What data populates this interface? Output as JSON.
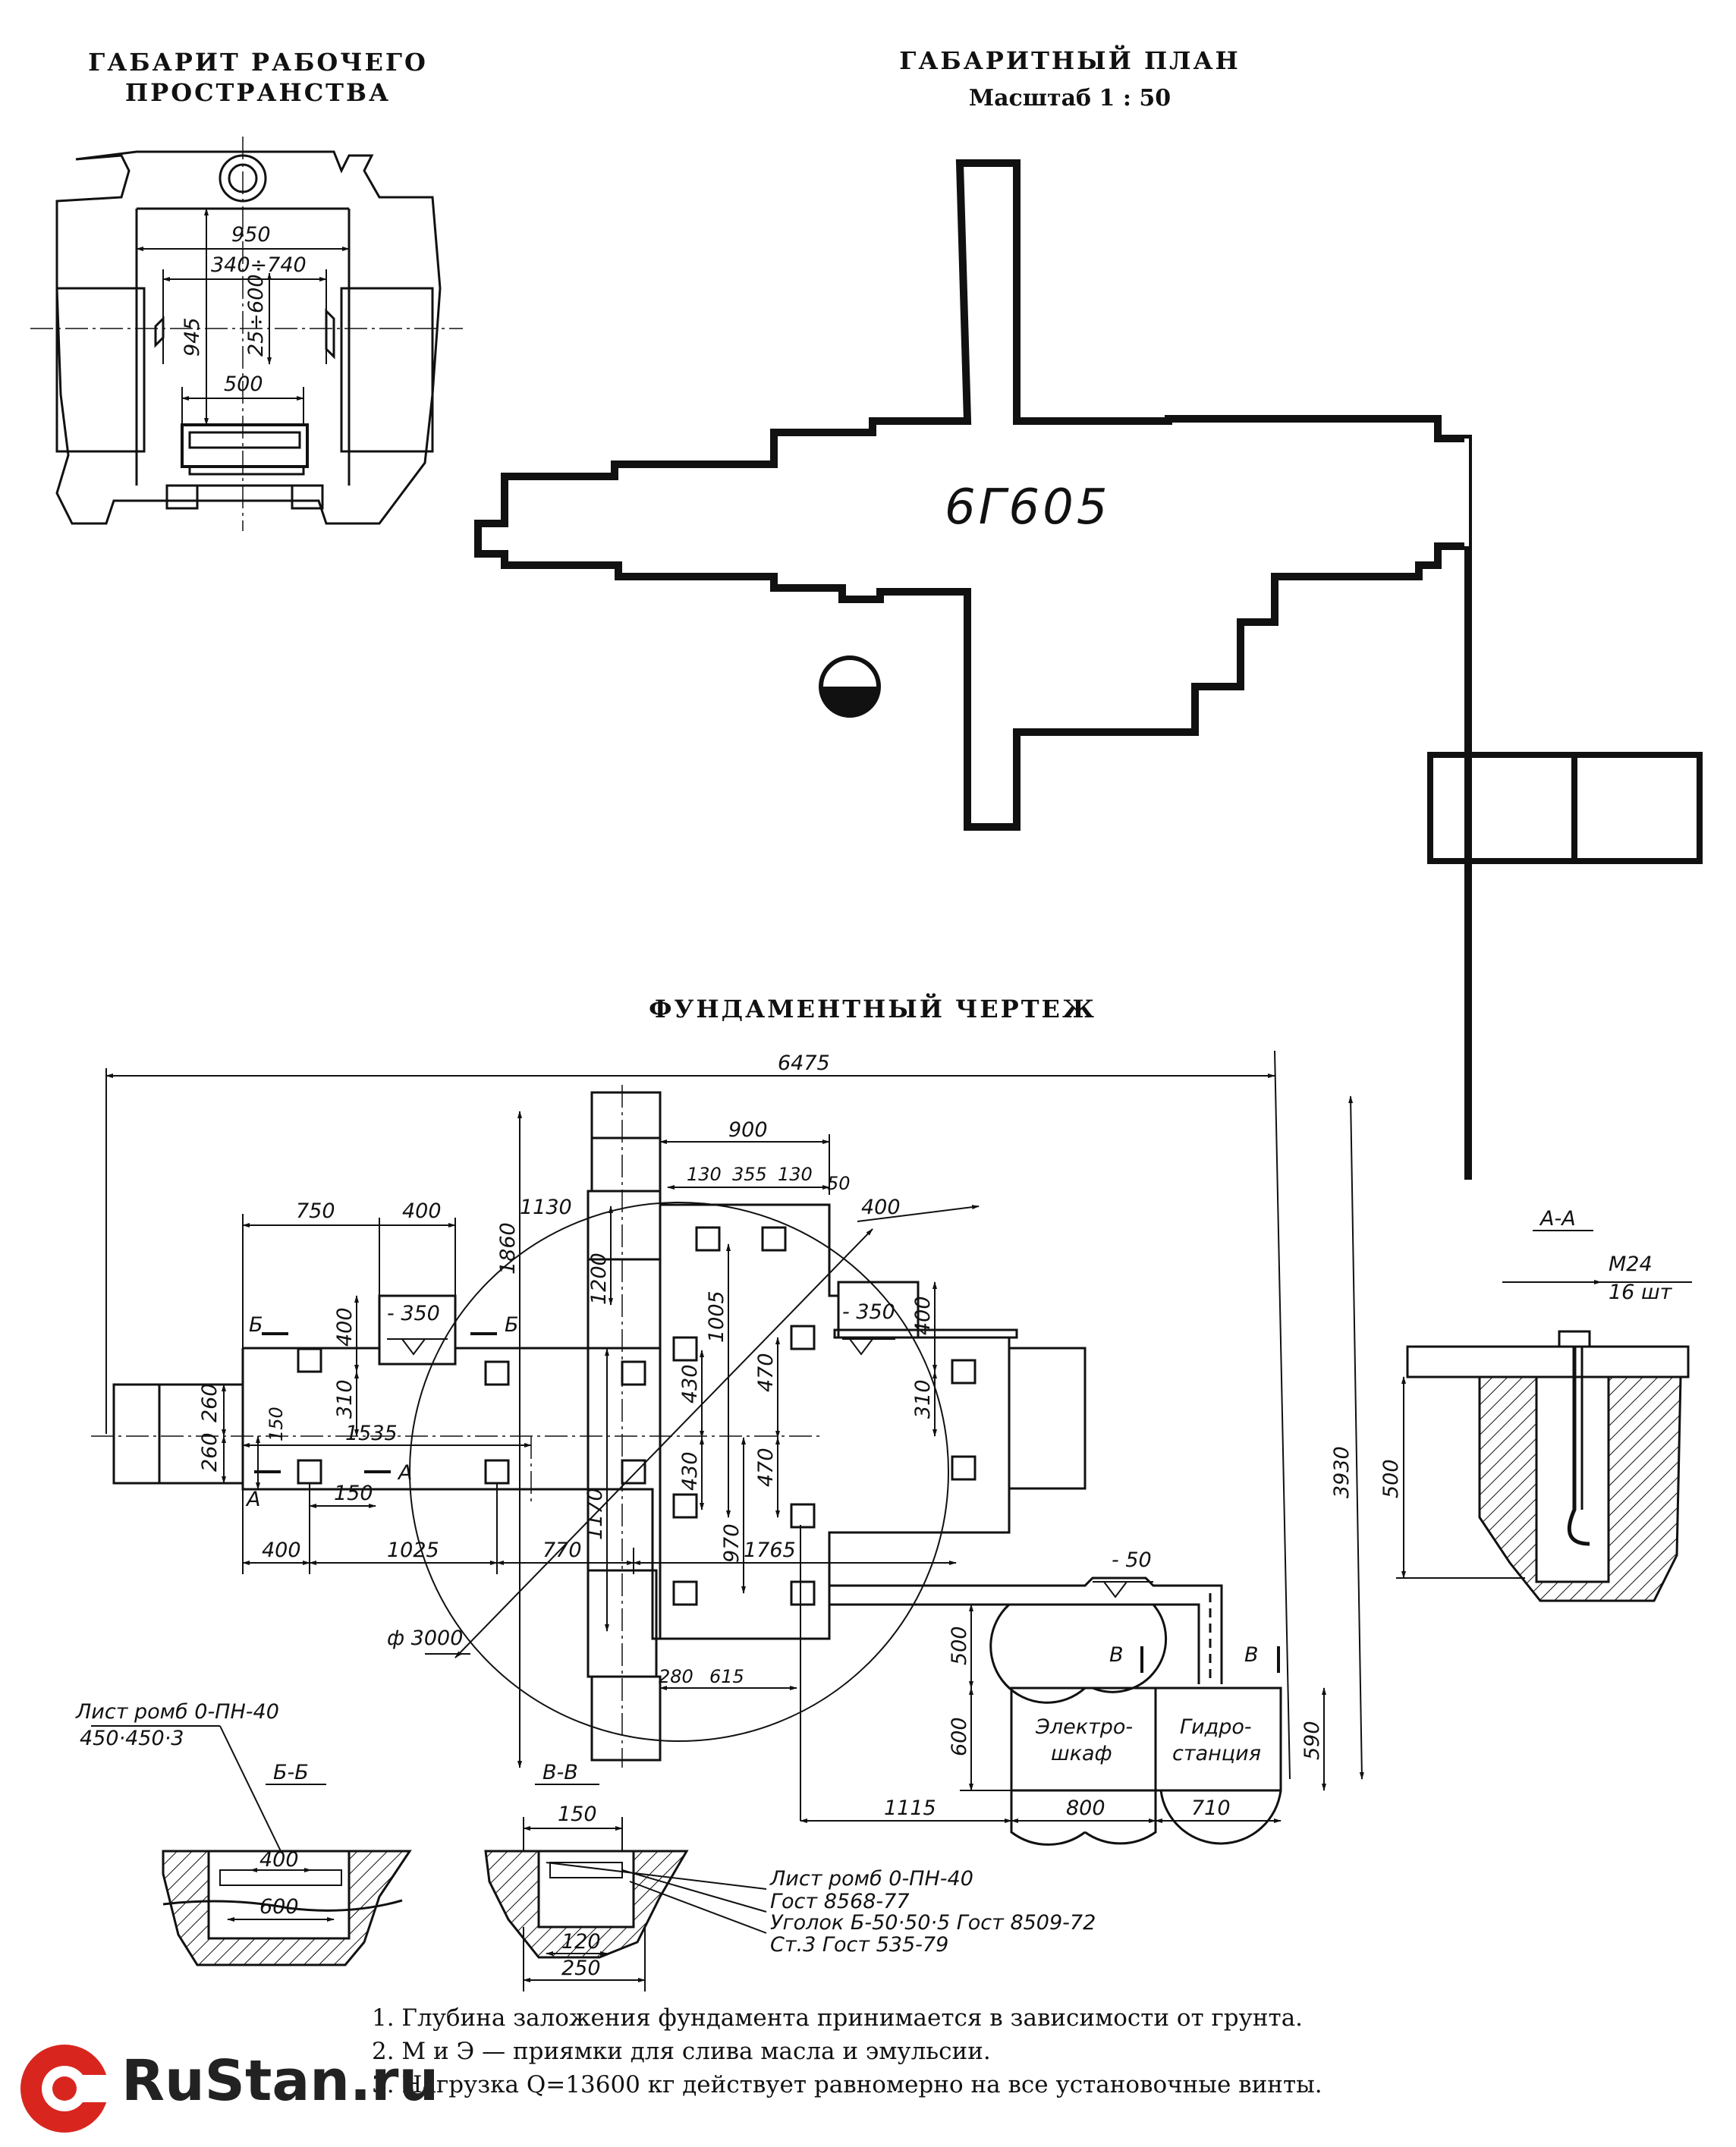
{
  "titles": {
    "workspace": "ГАБАРИТ РАБОЧЕГО ПРОСТРАНСТВА",
    "plan": "ГАБАРИТНЫЙ ПЛАН",
    "scale": "Масштаб 1 : 50",
    "foundation": "ФУНДАМЕНТНЫЙ ЧЕРТЕЖ"
  },
  "model": "6Г605",
  "workspace_dims": {
    "d950": "950",
    "d340_740": "340÷740",
    "d945": "945",
    "d25_600": "25÷600",
    "d500": "500"
  },
  "foundation_dims": {
    "d6475": "6475",
    "d3930": "3930",
    "d900": "900",
    "d130a": "130",
    "d355": "355",
    "d130b": "130",
    "d50": "50",
    "d400top": "400",
    "d750": "750",
    "d400": "400",
    "d1130": "1130",
    "d1860": "1860",
    "d1200": "1200",
    "d1005": "1005",
    "d430a": "430",
    "d430b": "430",
    "d470a": "470",
    "d470b": "470",
    "d970": "970",
    "d1170": "1170",
    "d400l": "400",
    "d310l": "310",
    "d400r": "400",
    "d310r": "310",
    "d260a": "260",
    "d260b": "260",
    "d150v": "150",
    "d1535": "1535",
    "d150h": "150",
    "d400b": "400",
    "d1025": "1025",
    "d770": "770",
    "d1765": "1765",
    "phi3000": "ф 3000",
    "d280": "280",
    "d615": "615",
    "level350a": "- 350",
    "level350b": "- 350",
    "level50": "- 50",
    "d500": "500",
    "d600": "600",
    "d590": "590",
    "d1115": "1115",
    "d800": "800",
    "d710": "710",
    "cab1a": "Электро-",
    "cab1b": "шкаф",
    "cab2a": "Гидро-",
    "cab2b": "станция",
    "secB": "В",
    "secB2": "В",
    "secA": "А",
    "secA2": "А",
    "secBb": "Б",
    "secBb2": "Б"
  },
  "section_aa": {
    "label": "А-А",
    "bolt": "М24",
    "count": "16 шт",
    "depth": "500"
  },
  "section_bb": {
    "label": "Б-Б",
    "plate_a": "Лист ромб 0-ПН-40",
    "plate_b": "450·450·3",
    "d400": "400",
    "d600": "600"
  },
  "section_vv": {
    "label": "В-В",
    "d150": "150",
    "d120": "120",
    "d250": "250",
    "l1": "Лист ромб 0-ПН-40",
    "l2": "Гост 8568-77",
    "l3": "Уголок Б-50·50·5 Гост 8509-72",
    "l4": "Ст.3   Гост 535-79"
  },
  "notes": [
    "1. Глубина заложения фундамента принимается в зависимости от грунта.",
    "2. М и Э — приямки для слива масла и эмульсии.",
    "3. Нагрузка Q=13600 кг действует равномерно на все установочные винты."
  ],
  "logo": "RuStan.ru"
}
